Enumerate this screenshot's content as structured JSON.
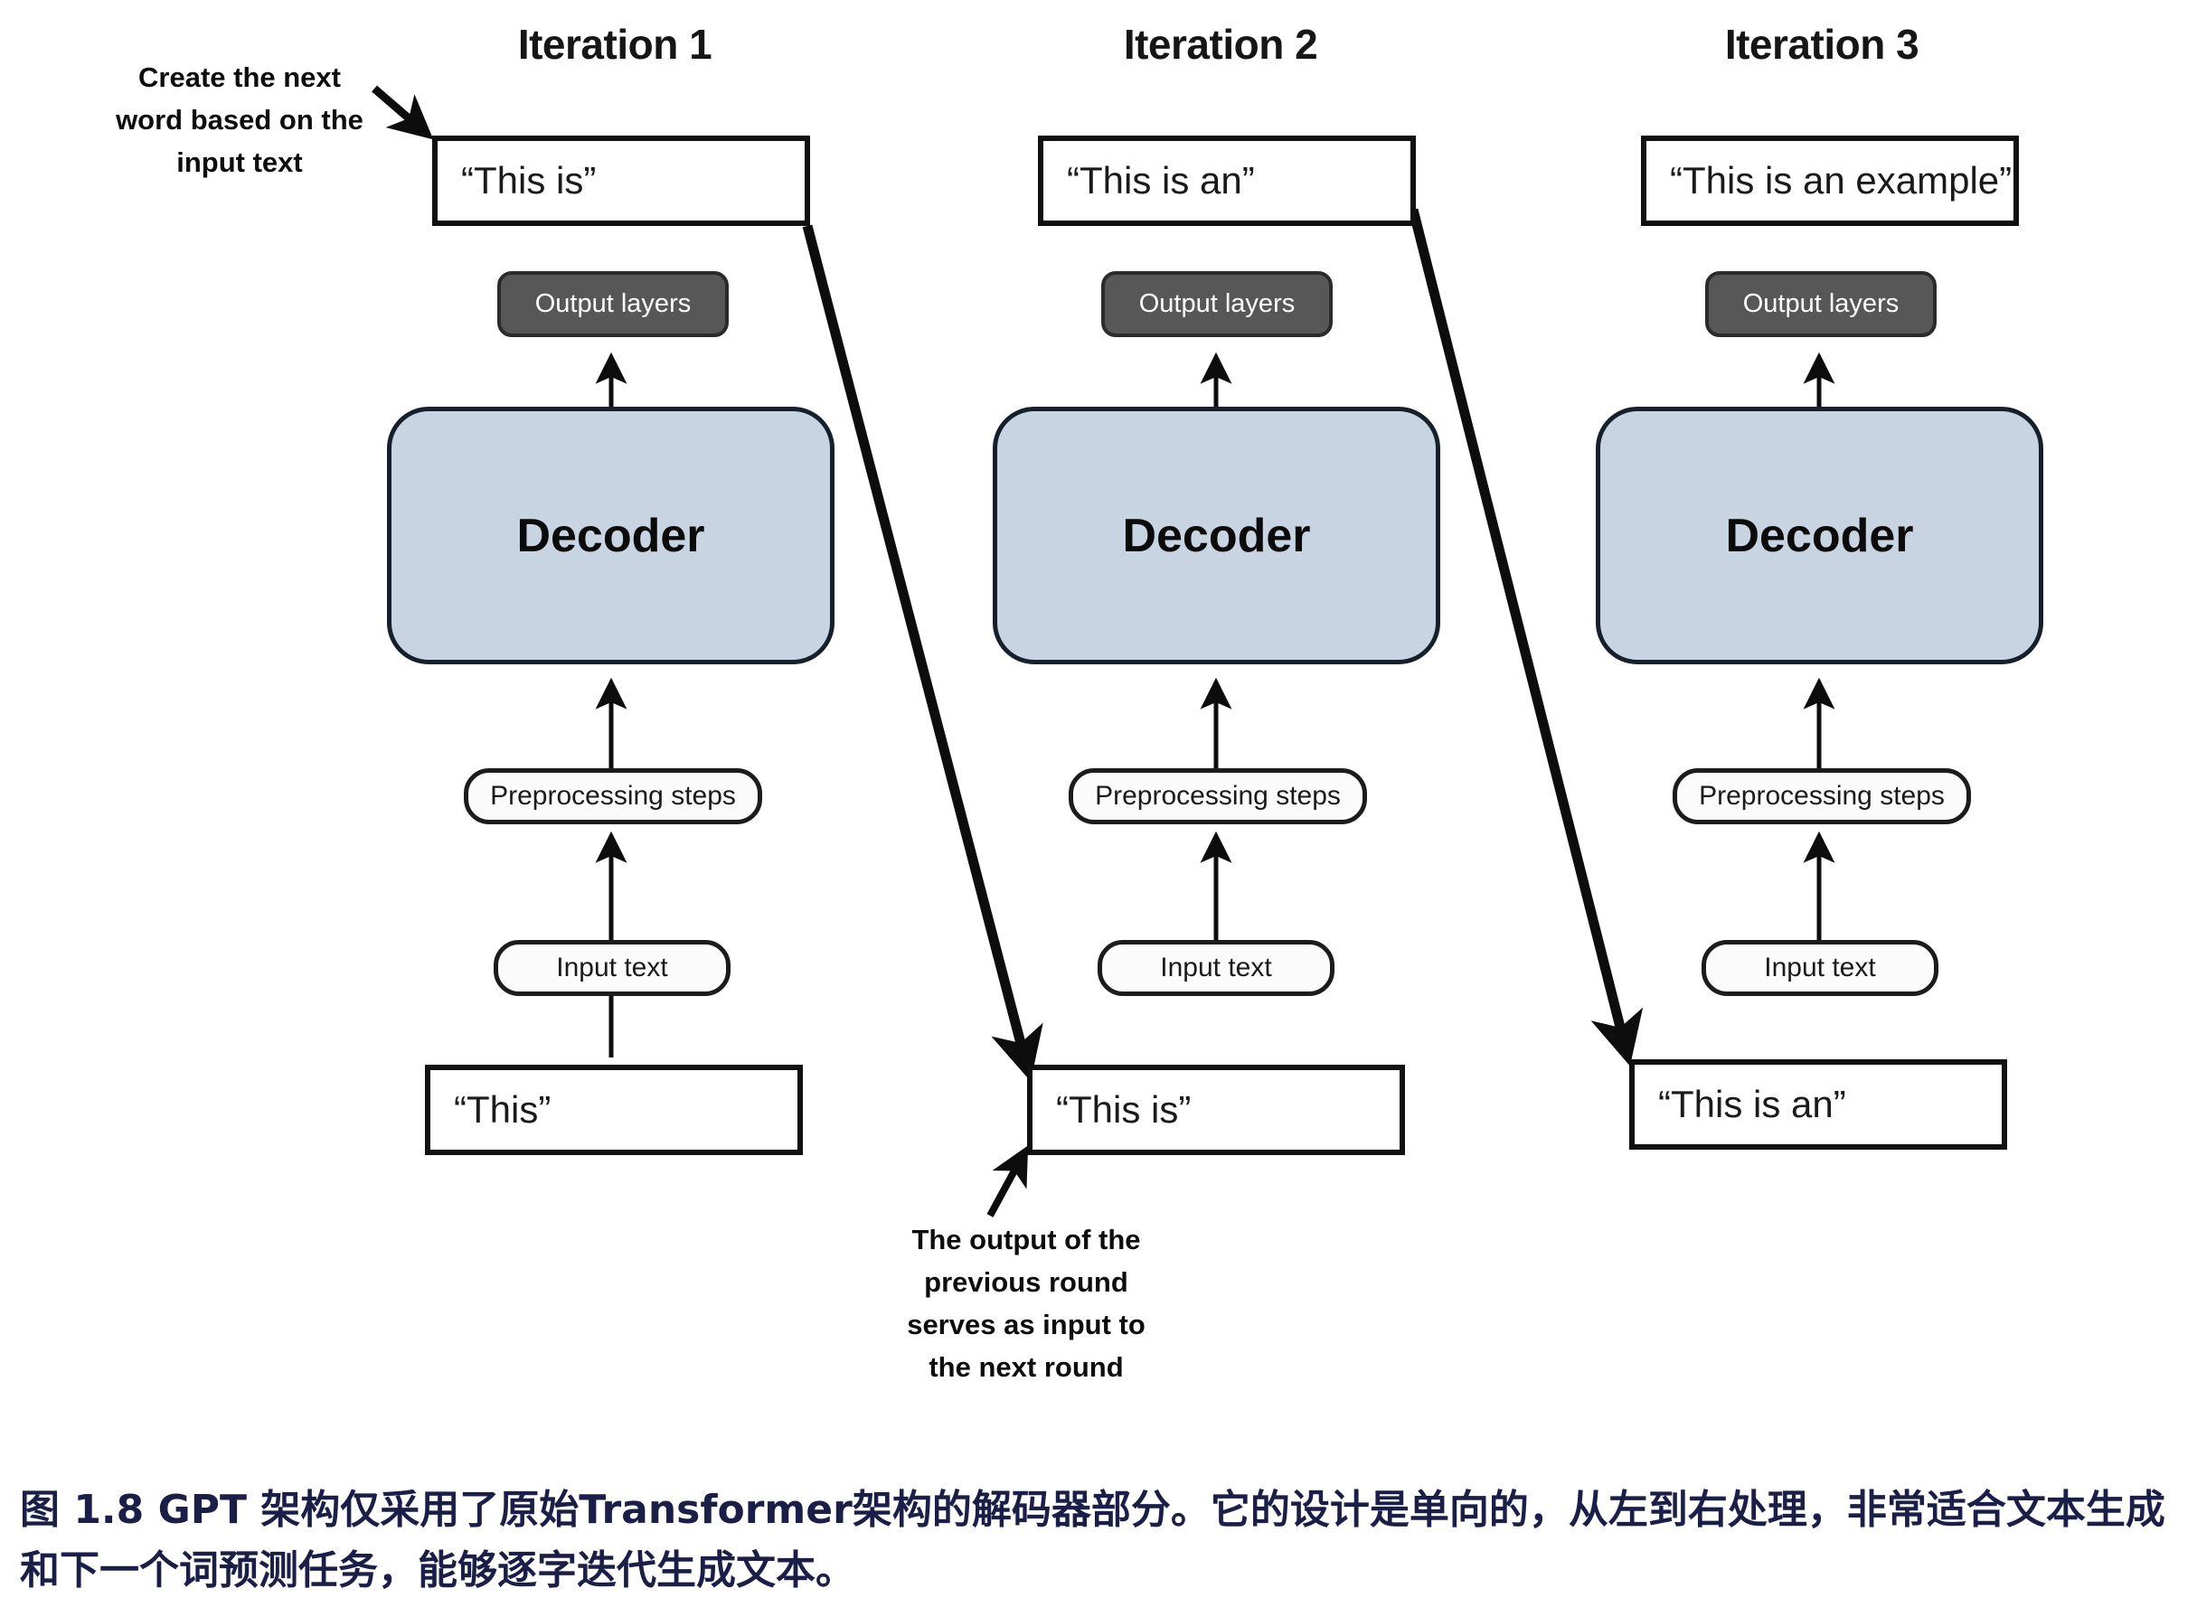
{
  "figure": {
    "caption": "图 1.8  GPT 架构仅采用了原始Transformer架构的解码器部分。它的设计是单向的，从左到右处理，非常适合文本生成和下一个词预测任务，能够逐字迭代生成文本。",
    "caption_color": "#1b1f48"
  },
  "palette": {
    "decoder_fill": "#c9d4e2",
    "decoder_stroke": "#16202c",
    "output_layers_fill": "#575757",
    "box_stroke": "#111111",
    "background": "#ffffff",
    "arrow": "#0d0d0d"
  },
  "annotations": {
    "top_left": "Create the next\nword based on the\ninput text",
    "bottom_middle": "The output of the\nprevious round\nserves as input to\nthe next round"
  },
  "columns": [
    {
      "id": "iteration-1",
      "title": "Iteration 1",
      "output_text": "“This is”",
      "output_layers": "Output layers",
      "decoder": "Decoder",
      "preprocessing": "Preprocessing steps",
      "input_label": "Input text",
      "input_text": "“This”"
    },
    {
      "id": "iteration-2",
      "title": "Iteration 2",
      "output_text": "“This is an”",
      "output_layers": "Output layers",
      "decoder": "Decoder",
      "preprocessing": "Preprocessing steps",
      "input_label": "Input text",
      "input_text": "“This is”"
    },
    {
      "id": "iteration-3",
      "title": "Iteration 3",
      "output_text": "“This is an example”",
      "output_layers": "Output layers",
      "decoder": "Decoder",
      "preprocessing": "Preprocessing steps",
      "input_label": "Input text",
      "input_text": "“This is an”"
    }
  ]
}
